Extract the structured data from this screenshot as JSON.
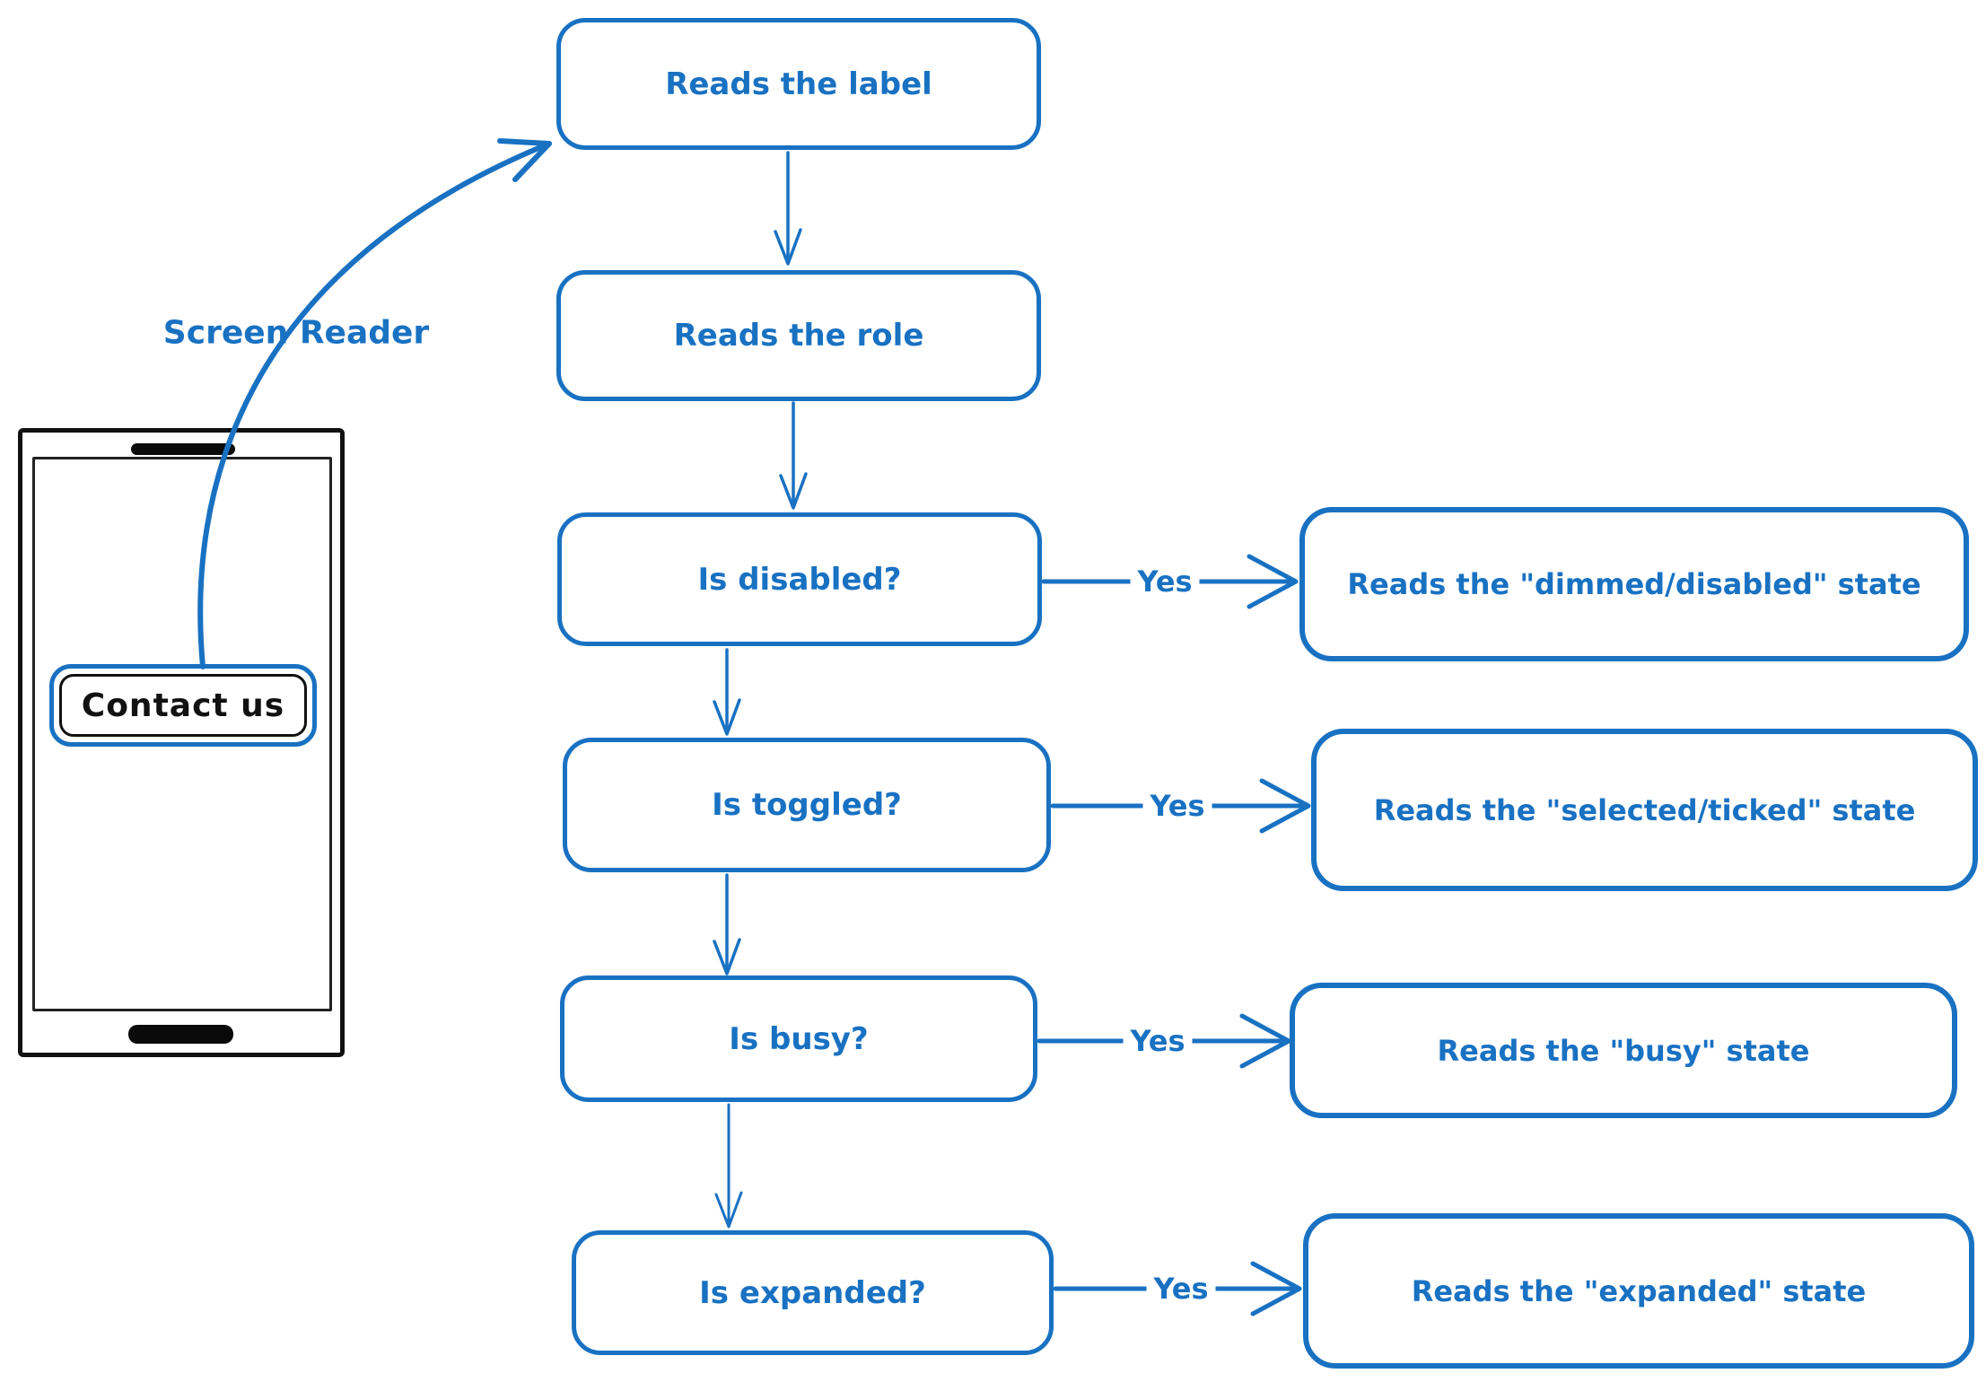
{
  "diagram": {
    "accent_color": "#1971c2",
    "screen_reader_label": "Screen Reader",
    "phone": {
      "button_label": "Contact us"
    },
    "flow": [
      {
        "text": "Reads the label"
      },
      {
        "text": "Reads the role"
      },
      {
        "text": "Is disabled?",
        "yes": "Yes",
        "result": "Reads the \"dimmed/disabled\" state"
      },
      {
        "text": "Is toggled?",
        "yes": "Yes",
        "result": "Reads the \"selected/ticked\" state"
      },
      {
        "text": "Is busy?",
        "yes": "Yes",
        "result": "Reads the \"busy\" state"
      },
      {
        "text": "Is expanded?",
        "yes": "Yes",
        "result": "Reads the \"expanded\" state"
      }
    ]
  }
}
